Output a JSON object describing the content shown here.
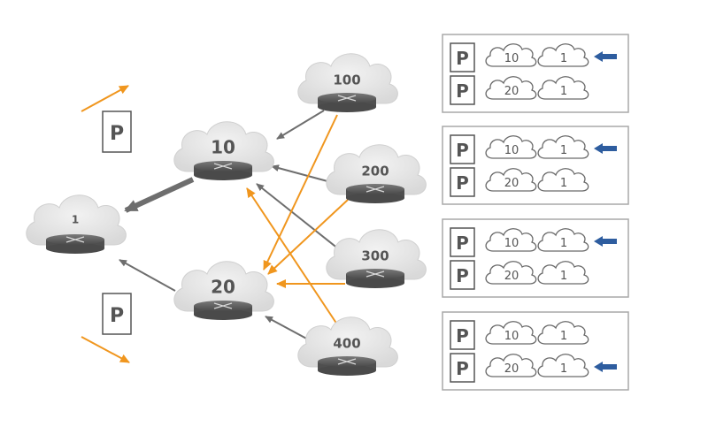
{
  "colors": {
    "cloud_fill": "#e6e6e6",
    "cloud_edge": "#d0d0d0",
    "router": "#5f5f5f",
    "gray_arrow": "#6e6e6e",
    "orange_arrow": "#f0961e",
    "blue_arrow": "#2e5d9f",
    "panel_border": "#a9a9a9",
    "text": "#555555"
  },
  "icons": {
    "router": "router-icon",
    "cloud": "cloud-icon",
    "prefix": "prefix-p-icon",
    "selected": "blue-arrow-icon"
  },
  "networks": [
    {
      "id": "as-1",
      "label": "1"
    },
    {
      "id": "as-10",
      "label": "10"
    },
    {
      "id": "as-20",
      "label": "20"
    },
    {
      "id": "as-100",
      "label": "100"
    },
    {
      "id": "as-200",
      "label": "200"
    },
    {
      "id": "as-300",
      "label": "300"
    },
    {
      "id": "as-400",
      "label": "400"
    }
  ],
  "prefix_markers": [
    {
      "letter": "P"
    },
    {
      "letter": "P"
    }
  ],
  "gray_links": [
    {
      "from": "100",
      "to": "10"
    },
    {
      "from": "200",
      "to": "10"
    },
    {
      "from": "300",
      "to": "10"
    },
    {
      "from": "10",
      "to": "1",
      "thick": true
    },
    {
      "from": "20",
      "to": "1"
    },
    {
      "from": "400",
      "to": "20"
    }
  ],
  "orange_links": [
    {
      "from": "100",
      "to": "20"
    },
    {
      "from": "200",
      "to": "20"
    },
    {
      "from": "300",
      "to": "20"
    },
    {
      "from": "400",
      "to": "10"
    }
  ],
  "route_tables": [
    {
      "routes": [
        {
          "prefix": "P",
          "path": [
            "10",
            "1"
          ],
          "selected": true
        },
        {
          "prefix": "P",
          "path": [
            "20",
            "1"
          ],
          "selected": false
        }
      ]
    },
    {
      "routes": [
        {
          "prefix": "P",
          "path": [
            "10",
            "1"
          ],
          "selected": true
        },
        {
          "prefix": "P",
          "path": [
            "20",
            "1"
          ],
          "selected": false
        }
      ]
    },
    {
      "routes": [
        {
          "prefix": "P",
          "path": [
            "10",
            "1"
          ],
          "selected": true
        },
        {
          "prefix": "P",
          "path": [
            "20",
            "1"
          ],
          "selected": false
        }
      ]
    },
    {
      "routes": [
        {
          "prefix": "P",
          "path": [
            "10",
            "1"
          ],
          "selected": false
        },
        {
          "prefix": "P",
          "path": [
            "20",
            "1"
          ],
          "selected": true
        }
      ]
    }
  ]
}
